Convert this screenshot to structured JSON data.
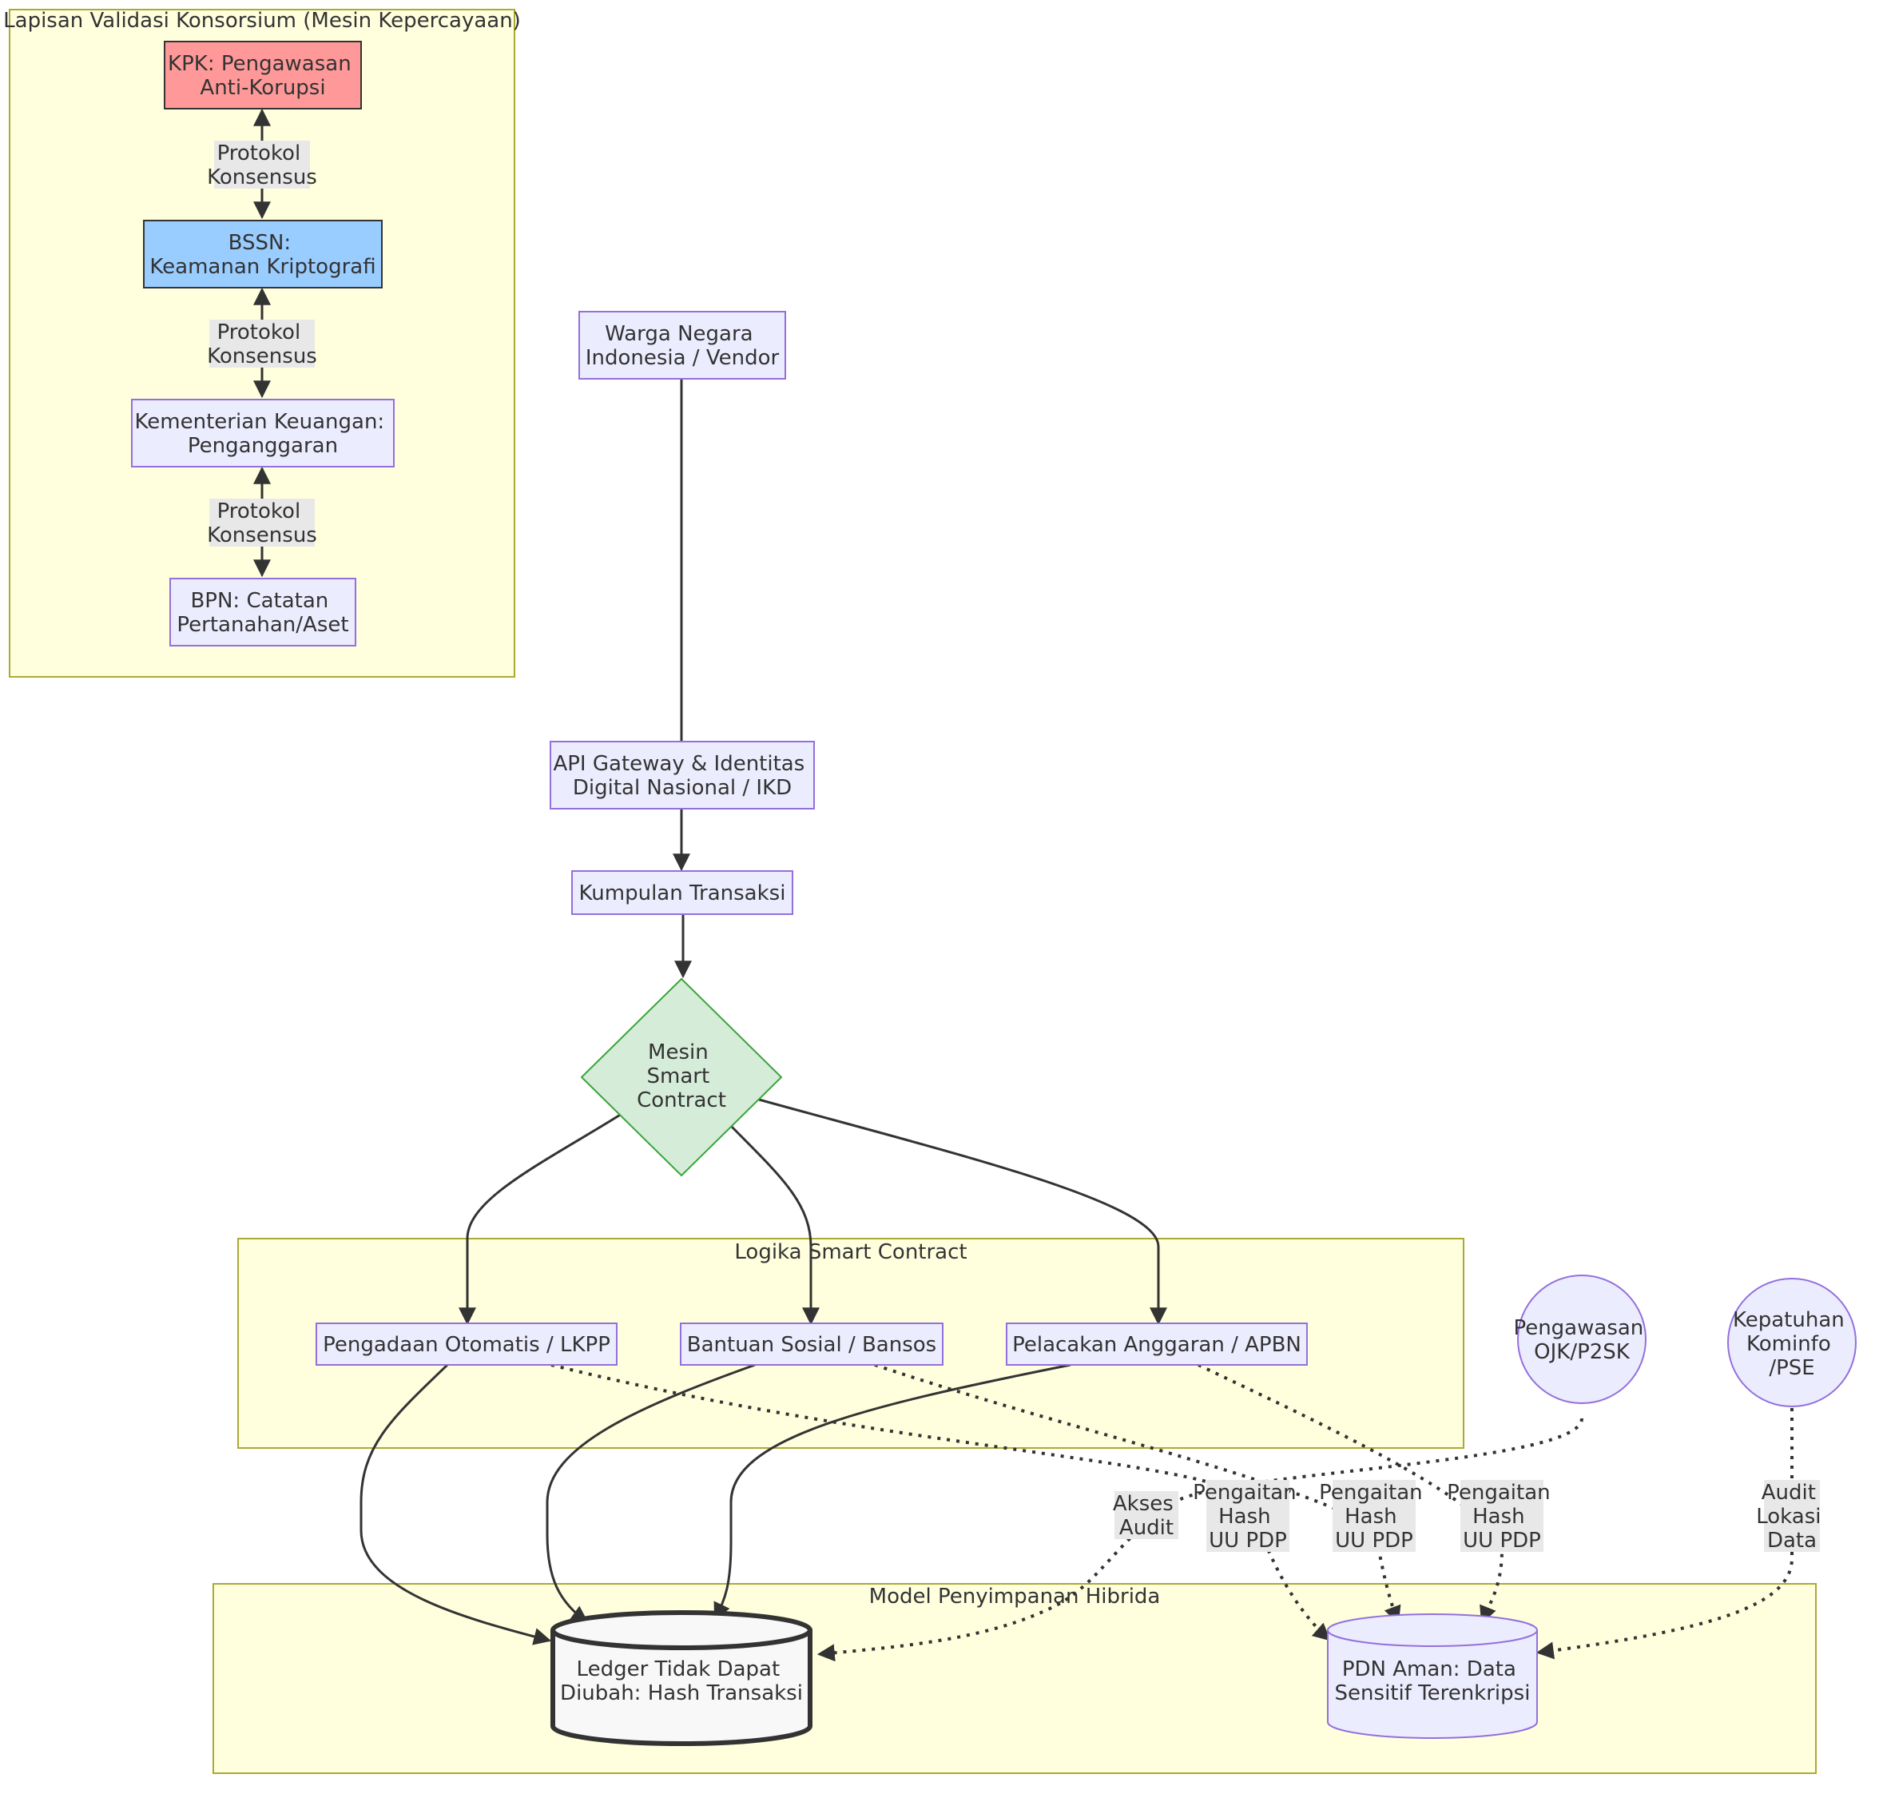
{
  "colors": {
    "subgraph_fill": "#ffffde",
    "subgraph_stroke": "#aaaa33",
    "node_fill": "#ececff",
    "node_stroke": "#9370db",
    "kpk_fill": "#ff9999",
    "bssn_fill": "#99ccff",
    "decision_fill": "#d5ecd9",
    "decision_stroke": "#3aa53a",
    "ledger_fill": "#f8f8f8",
    "edge": "#333333",
    "label_bg": "#e8e8e8"
  },
  "subgraphs": {
    "consortium": "Lapisan Validasi Konsorsium (Mesin Kepercayaan)",
    "smart_logic": "Logika Smart Contract",
    "storage": "Model Penyimpanan Hibrida"
  },
  "nodes": {
    "kpk": [
      "KPK: Pengawasan",
      "Anti-Korupsi"
    ],
    "bssn": [
      "BSSN:",
      "Keamanan Kriptografi"
    ],
    "kemenkeu": [
      "Kementerian Keuangan:",
      "Penganggaran"
    ],
    "bpn": [
      "BPN: Catatan",
      "Pertanahan/Aset"
    ],
    "citizen": [
      "Warga Negara",
      "Indonesia / Vendor"
    ],
    "gateway": [
      "API Gateway & Identitas",
      "Digital Nasional / IKD"
    ],
    "pool": [
      "Kumpulan Transaksi"
    ],
    "engine": [
      "Mesin",
      "Smart",
      "Contract"
    ],
    "procurement": [
      "Pengadaan Otomatis / LKPP"
    ],
    "bansos": [
      "Bantuan Sosial / Bansos"
    ],
    "apbn": [
      "Pelacakan Anggaran / APBN"
    ],
    "ojk": [
      "Pengawasan",
      "OJK/P2SK"
    ],
    "kominfo": [
      "Kepatuhan",
      "Kominfo",
      "/PSE"
    ],
    "ledger": [
      "Ledger Tidak Dapat",
      "Diubah: Hash Transaksi"
    ],
    "pdn": [
      "PDN Aman: Data",
      "Sensitif Terenkripsi"
    ]
  },
  "edge_labels": {
    "consensus": [
      "Protokol",
      "Konsensus"
    ],
    "hash_link": [
      "Pengaitan",
      "Hash",
      "UU PDP"
    ],
    "audit_access": [
      "Akses",
      "Audit"
    ],
    "audit_location": [
      "Audit",
      "Lokasi",
      "Data"
    ]
  }
}
